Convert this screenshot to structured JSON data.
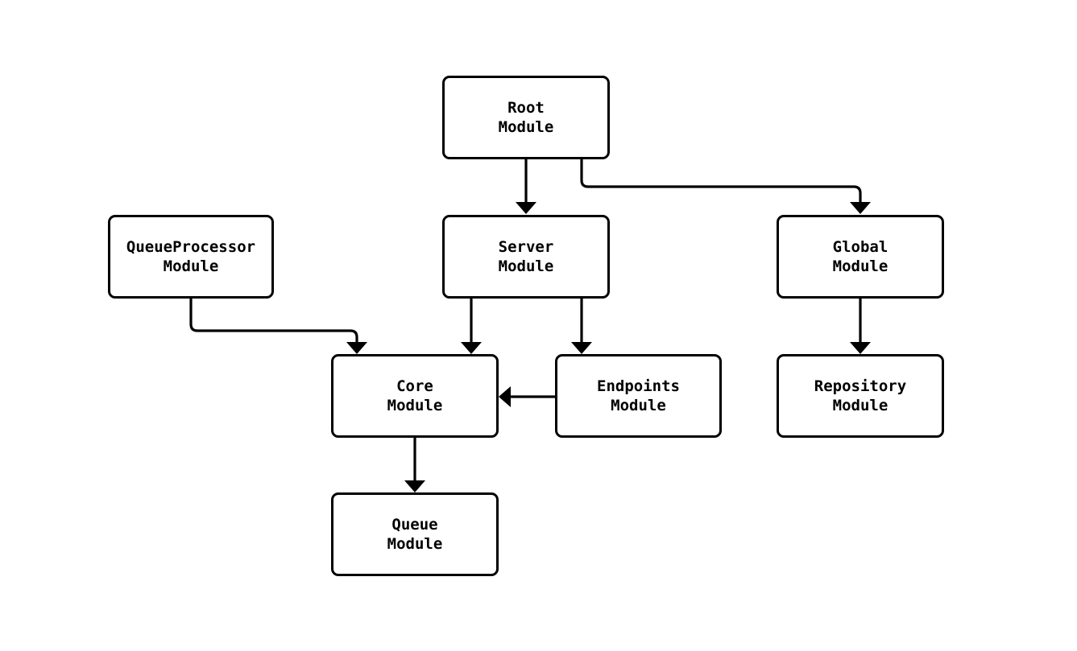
{
  "diagram": {
    "background_color": "#ffffff",
    "stroke_color": "#000000",
    "text_color": "#000000",
    "nodes": {
      "root": {
        "line1": "Root",
        "line2": "Module"
      },
      "queue_processor": {
        "line1": "QueueProcessor",
        "line2": "Module"
      },
      "server": {
        "line1": "Server",
        "line2": "Module"
      },
      "global": {
        "line1": "Global",
        "line2": "Module"
      },
      "core": {
        "line1": "Core",
        "line2": "Module"
      },
      "endpoints": {
        "line1": "Endpoints",
        "line2": "Module"
      },
      "repository": {
        "line1": "Repository",
        "line2": "Module"
      },
      "queue": {
        "line1": "Queue",
        "line2": "Module"
      }
    },
    "edges": [
      {
        "from": "root",
        "to": "server"
      },
      {
        "from": "root",
        "to": "global"
      },
      {
        "from": "queue_processor",
        "to": "core"
      },
      {
        "from": "server",
        "to": "core"
      },
      {
        "from": "server",
        "to": "endpoints"
      },
      {
        "from": "endpoints",
        "to": "core"
      },
      {
        "from": "global",
        "to": "repository"
      },
      {
        "from": "core",
        "to": "queue"
      }
    ]
  }
}
